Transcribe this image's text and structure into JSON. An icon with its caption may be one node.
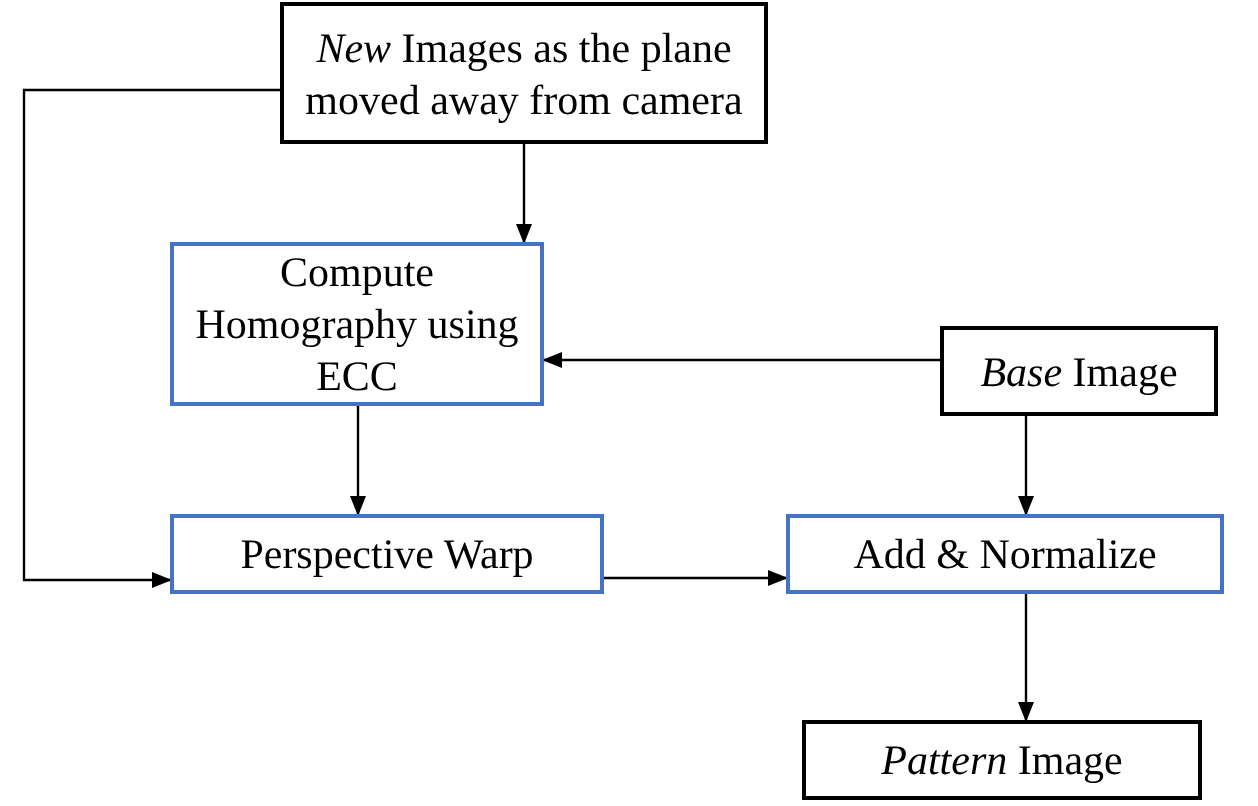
{
  "diagram": {
    "nodes": [
      {
        "text": [
          "*New* Images as the plane moved away from camera"
        ]
      },
      {
        "text": [
          "Compute Homography using ECC"
        ]
      },
      {
        "text": [
          "*Base* Image"
        ]
      },
      {
        "text": [
          "Perspective Warp"
        ]
      },
      {
        "text": [
          "Add & Normalize"
        ]
      },
      {
        "text": [
          "*Pattern* Image"
        ]
      }
    ],
    "edges": [
      {
        "from": 0,
        "to": 1,
        "arrow": "to"
      },
      {
        "from": 2,
        "to": 1,
        "arrow": "to"
      },
      {
        "from": 1,
        "to": 3,
        "arrow": "to"
      },
      {
        "from": 0,
        "to": 3,
        "arrow": "to"
      },
      {
        "from": 3,
        "to": 4,
        "arrow": "to"
      },
      {
        "from": 2,
        "to": 4,
        "arrow": "to"
      },
      {
        "from": 4,
        "to": 5,
        "arrow": "to"
      }
    ]
  }
}
